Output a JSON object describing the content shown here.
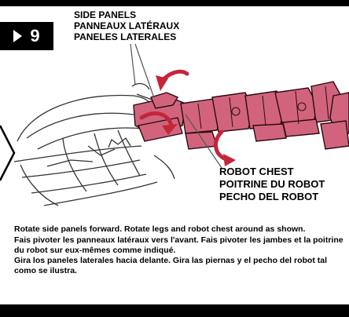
{
  "step": {
    "number": "9"
  },
  "callouts": {
    "side_panels": "SIDE PANELS\nPANNEAUX LATÉRAUX\nPANELES LATERALES",
    "robot_chest": "ROBOT CHEST\nPOITRINE DU ROBOT\nPECHO DEL ROBOT"
  },
  "instructions": {
    "english": "Rotate side panels forward. Rotate legs and robot chest around as shown.",
    "french": "Fais pivoter les panneaux latéraux vers l'avant. Fais pivoter les jambes et la poitrine du robot sur eux-mêmes comme indiqué.",
    "spanish": "Gira los paneles laterales hacia delante. Gira las piernas y el pecho del robot tal como se ilustra."
  },
  "colors": {
    "robot_pink": "#d1647c",
    "arrow_red": "#c4253b",
    "outline": "#2a0a12",
    "sketch_gray": "#333333"
  }
}
